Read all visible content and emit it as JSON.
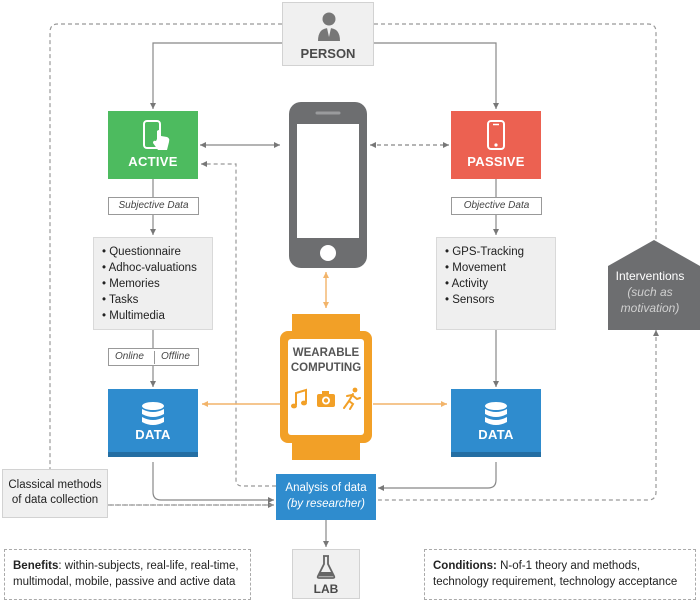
{
  "person": {
    "label": "PERSON",
    "icon": "person-icon"
  },
  "active": {
    "label": "ACTIVE",
    "icon": "phone-touch-icon",
    "tag": "Subjective Data",
    "items": [
      "Questionnaire",
      "Adhoc-valuations",
      "Memories",
      "Tasks",
      "Multimedia"
    ],
    "mode_online": "Online",
    "mode_offline": "Offline"
  },
  "passive": {
    "label": "PASSIVE",
    "icon": "phone-icon",
    "tag": "Objective Data",
    "items": [
      "GPS-Tracking",
      "Movement",
      "Activity",
      "Sensors"
    ]
  },
  "data_left": {
    "label": "DATA",
    "icon": "database-icon"
  },
  "data_right": {
    "label": "DATA",
    "icon": "database-icon"
  },
  "wearable": {
    "title_line1": "WEARABLE",
    "title_line2": "COMPUTING",
    "icons": [
      "music-icon",
      "camera-icon",
      "runner-icon"
    ]
  },
  "interventions": {
    "line1": "Interventions",
    "line2": "(such as",
    "line3": "motivation)"
  },
  "classical": {
    "line1": "Classical methods",
    "line2": "of data collection"
  },
  "analysis": {
    "line1": "Analysis of data",
    "line2": "(by researcher)"
  },
  "lab": {
    "label": "LAB",
    "icon": "flask-icon"
  },
  "benefits": {
    "label": "Benefits",
    "text": ": within-subjects, real-life, real-time, multimodal, mobile, passive and active data"
  },
  "conditions": {
    "label": "Conditions:",
    "text": " N-of-1 theory and methods, technology requirement, technology acceptance"
  },
  "colors": {
    "active": "#4dbb5f",
    "passive": "#ec6151",
    "data": "#2f8cce",
    "watch": "#f2a027",
    "phone": "#6d6e70",
    "interventions": "#6d6e70"
  }
}
